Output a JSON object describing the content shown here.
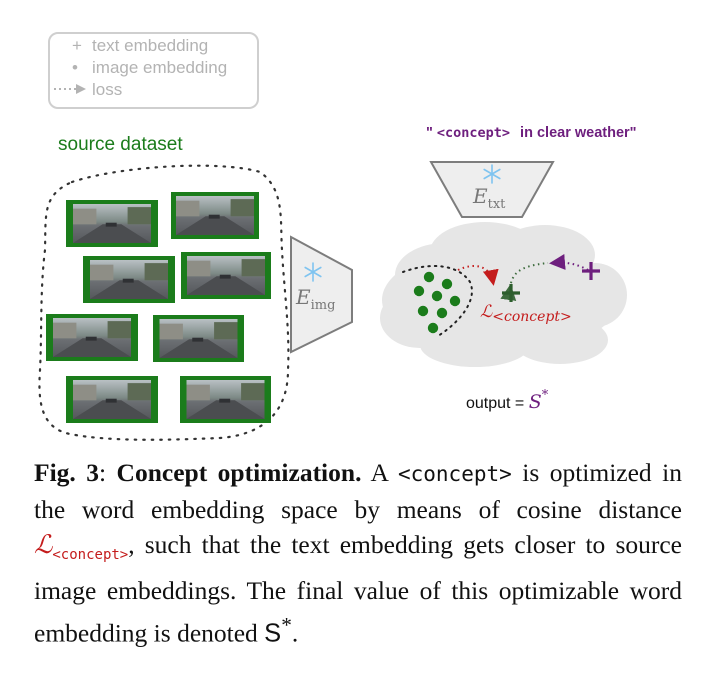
{
  "legend": {
    "items": [
      {
        "symbol": "+",
        "label": "text embedding"
      },
      {
        "symbol": "•",
        "label": "image embedding"
      },
      {
        "symbol": "···►",
        "label": "loss"
      }
    ]
  },
  "source_dataset_label": "source dataset",
  "prompt": {
    "quote_open": "\"",
    "concept_token": "<concept>",
    "rest": " in clear weather\""
  },
  "text_encoder": {
    "symbol": "E",
    "subscript": "txt",
    "icon": "snowflake-icon"
  },
  "image_encoder": {
    "symbol": "E",
    "subscript": "img",
    "icon": "snowflake-icon"
  },
  "loss_label": {
    "symbol": "ℒ",
    "subscript": "<concept>"
  },
  "output": {
    "text": "output = ",
    "symbol": "S",
    "superscript": "*"
  },
  "colors": {
    "green": "#1b7c1b",
    "purple": "#6e1f7e",
    "red": "#c41c1c",
    "cloud": "#e6e6e6",
    "encoder_fill": "#eeeeee",
    "snowflake": "#7fc4f0"
  },
  "caption": {
    "fig_label": "Fig. 3",
    "colon": ": ",
    "title": "Concept optimization.",
    "p1": " A ",
    "concept": "<concept>",
    "p2": " is optimized in the word embedding space by means of cosine distance ",
    "L": "ℒ",
    "L_sub": "<concept>",
    "p3": ", such that the text embedding gets closer to source image embeddings. The final value of this optimizable word embedding is denoted ",
    "S": "S",
    "S_sup": "*",
    "end": "."
  }
}
